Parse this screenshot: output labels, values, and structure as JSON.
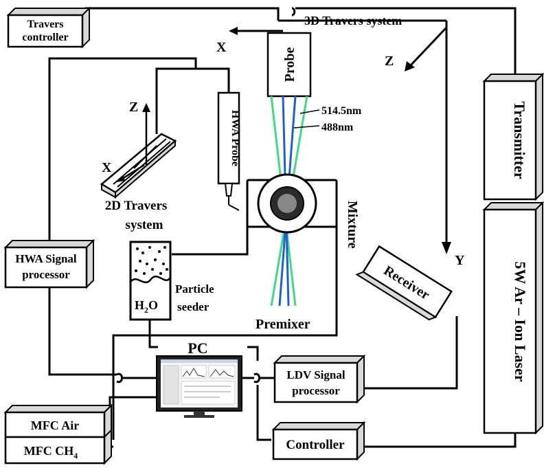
{
  "labels": {
    "travers_controller": [
      "Travers",
      "controller"
    ],
    "travers_3d": "3D Travers system",
    "probe": "Probe",
    "transmitter": "Transmitter",
    "laser": "5W Ar – Ion Laser",
    "hwa_probe": "HWA Probe",
    "hwa_processor": [
      "HWA Signal",
      "processor"
    ],
    "travers_2d": [
      "2D Travers",
      "system"
    ],
    "particle_seeder": [
      "Particle",
      "seeder"
    ],
    "water": "H",
    "water_sub": "2",
    "water_tail": "O",
    "mixture": "Mixture",
    "premixer": "Premixer",
    "receiver": "Receiver",
    "pc": "PC",
    "ldv_processor": [
      "LDV Signal",
      "processor"
    ],
    "mfc_air": "MFC Air",
    "mfc_ch4": "MFC CH",
    "mfc_ch4_sub": "4",
    "controller": "Controller",
    "wavelength_green": "514.5nm",
    "wavelength_blue": "488nm",
    "axis_x_3d": "X",
    "axis_z_3d": "Z",
    "axis_y_3d": "Y",
    "axis_z_2d": "Z",
    "axis_x_2d": "X"
  },
  "colors": {
    "beam_green": "#3ddc84",
    "beam_blue": "#1f5fd6",
    "line": "#000000",
    "box_side": "#d9d9d9"
  }
}
